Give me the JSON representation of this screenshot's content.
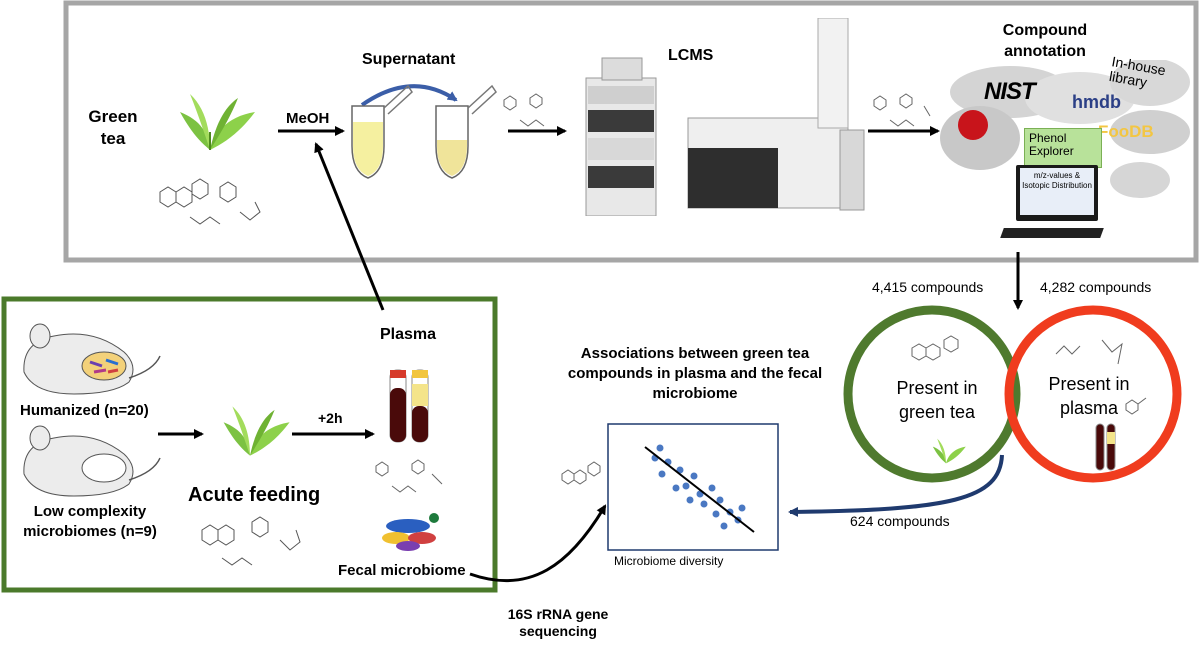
{
  "pipeline": {
    "green_tea": "Green tea",
    "solvent": "MeOH",
    "supernatant": "Supernatant",
    "instrument": "LCMS",
    "compound_annotation": "Compound annotation",
    "databases": {
      "nist": "NIST",
      "hmdb": "hmdb",
      "in_house": "In-house library",
      "foodb": "FooDB",
      "phenol_explorer": "Phenol Explorer"
    },
    "monitor_text": "m/z-values & Isotopic Distribution"
  },
  "venn": {
    "left_count": "4,415 compounds",
    "right_count": "4,282 compounds",
    "left_label": "Present in green tea",
    "right_label": "Present in plasma",
    "overlap_count": "624 compounds"
  },
  "mouse_study": {
    "humanized": "Humanized (n=20)",
    "low_complexity": "Low complexity microbiomes (n=9)",
    "acute_feeding": "Acute feeding",
    "time": "+2h",
    "plasma": "Plasma",
    "fecal": "Fecal microbiome",
    "sequencing": "16S rRNA gene sequencing"
  },
  "association": {
    "title": "Associations between green tea compounds in plasma and the fecal microbiome",
    "xlabel": "Microbiome diversity"
  },
  "colors": {
    "frame_gray": "#a6a6a6",
    "frame_green": "#4b7a2b",
    "venn_green": "#4f7a2e",
    "venn_red": "#f03c1e",
    "arrow_navy": "#1f3a6e",
    "point_blue": "#4a78c2"
  }
}
